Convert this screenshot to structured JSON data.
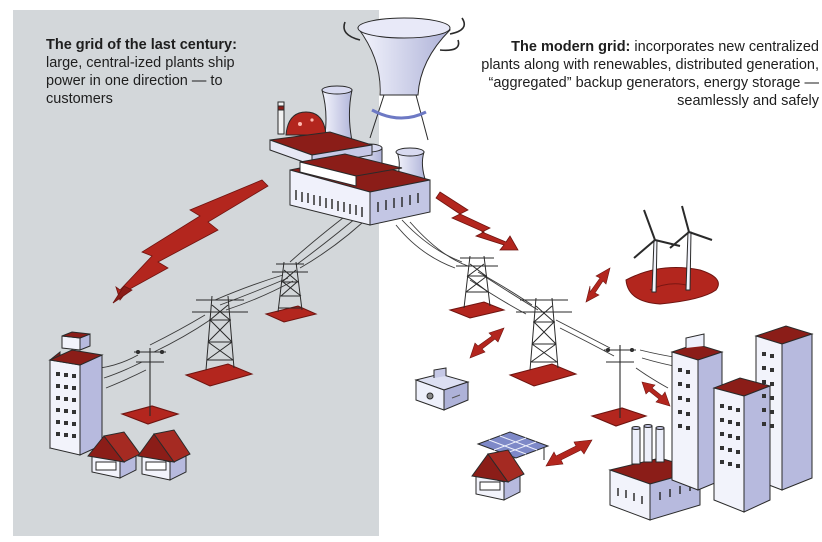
{
  "captions": {
    "old_grid": {
      "title": "The grid of the last century:",
      "body": "large, central-ized plants ship power in one direction — to customers"
    },
    "modern_grid": {
      "title": "The modern grid:",
      "body": "incorporates new centralized plants along with renewables, distributed generation, “aggregated” backup generators, energy storage — seamlessly and safely"
    }
  },
  "colors": {
    "left_background": "#d3d7da",
    "right_background": "#ffffff",
    "flow_arrow": "#b3261e",
    "building": "#ced0ea",
    "roof": "#7f1d1a",
    "ground_pad": "#a52a22"
  },
  "icons": [
    "power-plant-icon",
    "power-flow-arrow-icon",
    "transmission-tower-icon",
    "utility-pole-icon",
    "office-building-icon",
    "house-icon",
    "wind-turbine-icon",
    "solar-panel-icon",
    "backup-generator-icon",
    "factory-icon",
    "city-buildings-icon",
    "bidirectional-arrow-icon"
  ]
}
